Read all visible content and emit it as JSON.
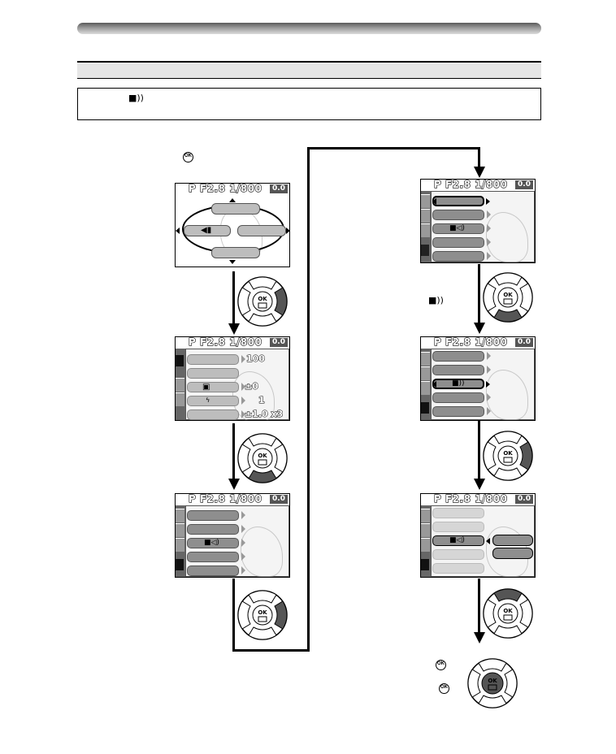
{
  "header": {
    "sound_glyph": "■))"
  },
  "screen": {
    "mode": "P",
    "aperture": "F2.8",
    "shutter": "1/800",
    "ev": "0.0"
  },
  "menu_values": {
    "iso": "100",
    "v1": "±0",
    "v2": "1",
    "v3": "±1.0 x3"
  },
  "labels": {
    "sound_step_glyph": "■))",
    "volume_glyph": "■◁)"
  },
  "button": {
    "ok": "OK"
  },
  "icons": [
    "menu-ok-icon",
    "speaker-icon",
    "dial-icon",
    "arrow-icon"
  ]
}
